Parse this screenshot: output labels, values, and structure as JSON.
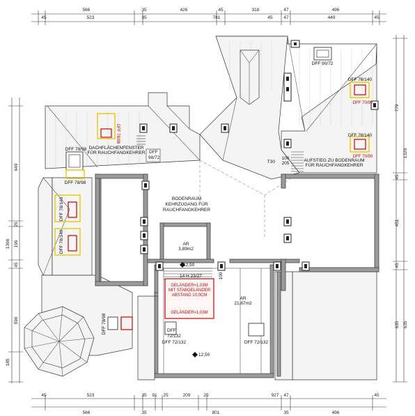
{
  "dimensions": {
    "top_row1": [
      "566",
      "35",
      "426",
      "45",
      "318",
      "47",
      "496"
    ],
    "top_row2": [
      "45",
      "523",
      "35",
      "781",
      "45",
      "47",
      "449",
      "45"
    ],
    "bottom_row1": [
      "45",
      "523",
      "35",
      "91",
      "25",
      "209",
      "25",
      "927",
      "47",
      "45"
    ],
    "bottom_row2": [
      "566",
      "35",
      "801",
      "35",
      "496"
    ],
    "left": [
      "649",
      "1366",
      "25",
      "196",
      "45",
      "590",
      "185"
    ],
    "right": [
      "779",
      "1320",
      "45",
      "451",
      "45",
      "635",
      "635"
    ]
  },
  "rooms": {
    "bodenraum_line1": "BODENRAUM",
    "bodenraum_line2": "KEHRZUGANG FÜR",
    "bodenraum_line3": "RAUCHFANGKEHRER",
    "ar_small_name": "AR",
    "ar_small_area": "3,89m2",
    "ar_large_name": "AR",
    "ar_large_area": "21,87m2"
  },
  "labels": {
    "dachfenster_line1": "DACHFLÄCHENFENSTER",
    "dachfenster_line2": "FÜR RAUCHFANGKEHRER",
    "aufstieg_line1": "AUFSTIEG ZU BODENRAUM",
    "aufstieg_line2": "FÜR RAUCHFANGKEHRER",
    "dff_90_72": "DFF 90/72",
    "dff_78_140_a": "DFF 78/140",
    "dff_70_90_a": "DFF 70/90",
    "dff_78_140_b": "DFF 78/140",
    "dff_70_90_b": "DFF 70/90",
    "dff_78_98_left": "DFF 78/98",
    "dff_78_98_yel": "DFF 78/98",
    "dff_78_98_red": "DFF 78/98",
    "dff_98_72_a": "DFF",
    "dff_98_72_b": "98/72",
    "dff_78_140_c": "DFF 78/140",
    "dff_78_140_d": "DFF 78/140",
    "dff_72_132_a1": "DFF",
    "dff_72_132_a2": "72/132",
    "dff_72_132_b": "DFF 72/132",
    "dff_72_132_c": "DFF 72/132",
    "dff_78_98_b": "DFF 78/98",
    "t30_a": "T30",
    "t30_b": "100",
    "t30_c": "205",
    "stair": "14 H 23/27",
    "door_100": "100",
    "level_1": "12,50",
    "level_2": "12,50"
  },
  "railing": {
    "line1": "GELÄNDER=1,03M",
    "line2": "MIT STABGELÄNDER",
    "line3": "ABSTAND 10,0CM",
    "line4": "GELÄNDER=1,03M"
  },
  "colors": {
    "wall": "#9a9a9a",
    "roof": "#f4f4f4",
    "window_yellow": "#e8c800",
    "window_red": "#d10000"
  }
}
